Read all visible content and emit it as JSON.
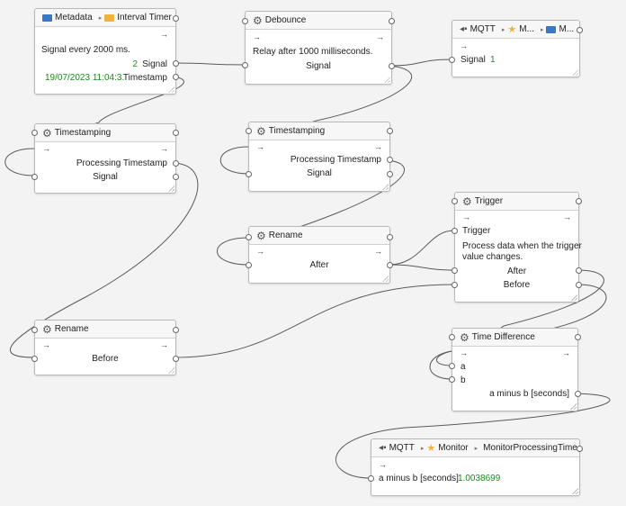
{
  "nodes": {
    "interval": {
      "crumb1": "Metadata",
      "crumb2": "Interval Timer",
      "desc": "Signal every 2000 ms.",
      "signal_value": "2",
      "signal_label": "Signal",
      "timestamp_value": "19/07/2023 11:04:3...",
      "timestamp_label": "Timestamp"
    },
    "debounce": {
      "title": "Debounce",
      "desc": "Relay after 1000 milliseconds.",
      "output": "Signal"
    },
    "mqtt_top": {
      "crumb1": "MQTT",
      "crumb2": "M...",
      "crumb3": "M...",
      "input": "Signal",
      "value": "1"
    },
    "ts_left": {
      "title": "Timestamping",
      "out1": "Processing Timestamp",
      "out2": "Signal"
    },
    "ts_mid": {
      "title": "Timestamping",
      "out1": "Processing Timestamp",
      "out2": "Signal"
    },
    "rename_mid": {
      "title": "Rename",
      "output": "After"
    },
    "trigger": {
      "title": "Trigger",
      "input": "Trigger",
      "desc1": "Process data when the trigger",
      "desc2": "value changes.",
      "out1": "After",
      "out2": "Before"
    },
    "rename_left": {
      "title": "Rename",
      "output": "Before"
    },
    "timediff": {
      "title": "Time Difference",
      "in_a": "a",
      "in_b": "b",
      "output": "a minus b [seconds]"
    },
    "mqtt_bottom": {
      "crumb1": "MQTT",
      "crumb2": "Monitor",
      "crumb3": "MonitorProcessingTime",
      "input": "a minus b [seconds]",
      "value": "1.0038699"
    }
  },
  "icons": {
    "folder": "folder-icon",
    "gear": "gear-icon",
    "star": "star-icon",
    "plug": "plug-icon",
    "arrow": "arrow-icon"
  },
  "colors": {
    "value_green": "#1b8a1b",
    "folder_blue": "#3a78c4",
    "folder_yellow": "#f0b33a"
  }
}
